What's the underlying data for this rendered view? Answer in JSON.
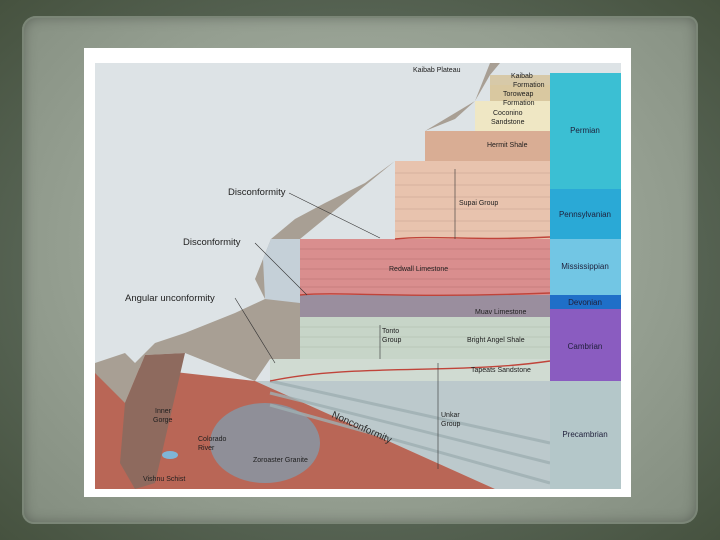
{
  "labels": {
    "kaibab_plateau": "Kaibab Plateau",
    "kaibab_formation_1": "Kaibab",
    "kaibab_formation_2": "Formation",
    "toroweap_1": "Toroweap",
    "toroweap_2": "Formation",
    "coconino_1": "Coconino",
    "coconino_2": "Sandstone",
    "hermit_shale": "Hermit Shale",
    "supai_group": "Supai Group",
    "redwall_limestone": "Redwall Limestone",
    "muav_limestone": "Muav Limestone",
    "bright_angel_shale": "Bright Angel Shale",
    "tonto_group_1": "Tonto",
    "tonto_group_2": "Group",
    "tapeats_sandstone": "Tapeats Sandstone",
    "unkar_group_1": "Unkar",
    "unkar_group_2": "Group",
    "inner_gorge_1": "Inner",
    "inner_gorge_2": "Gorge",
    "colorado_river_1": "Colorado",
    "colorado_river_2": "River",
    "zoroaster_granite": "Zoroaster Granite",
    "vishnu_schist": "Vishnu Schist",
    "nonconformity": "Nonconformity",
    "disconformity_upper": "Disconformity",
    "disconformity_lower": "Disconformity",
    "angular_unconformity": "Angular unconformity"
  },
  "periods": [
    {
      "name": "Permian",
      "color": "#3bbfd3"
    },
    {
      "name": "Pennsylvanian",
      "color": "#2aa9d6"
    },
    {
      "name": "Mississippian",
      "color": "#72c6e4"
    },
    {
      "name": "Devonian",
      "color": "#1f6fc8"
    },
    {
      "name": "Cambrian",
      "color": "#8a5cc0"
    },
    {
      "name": "Precambrian",
      "color": "#b4c7c9"
    }
  ]
}
